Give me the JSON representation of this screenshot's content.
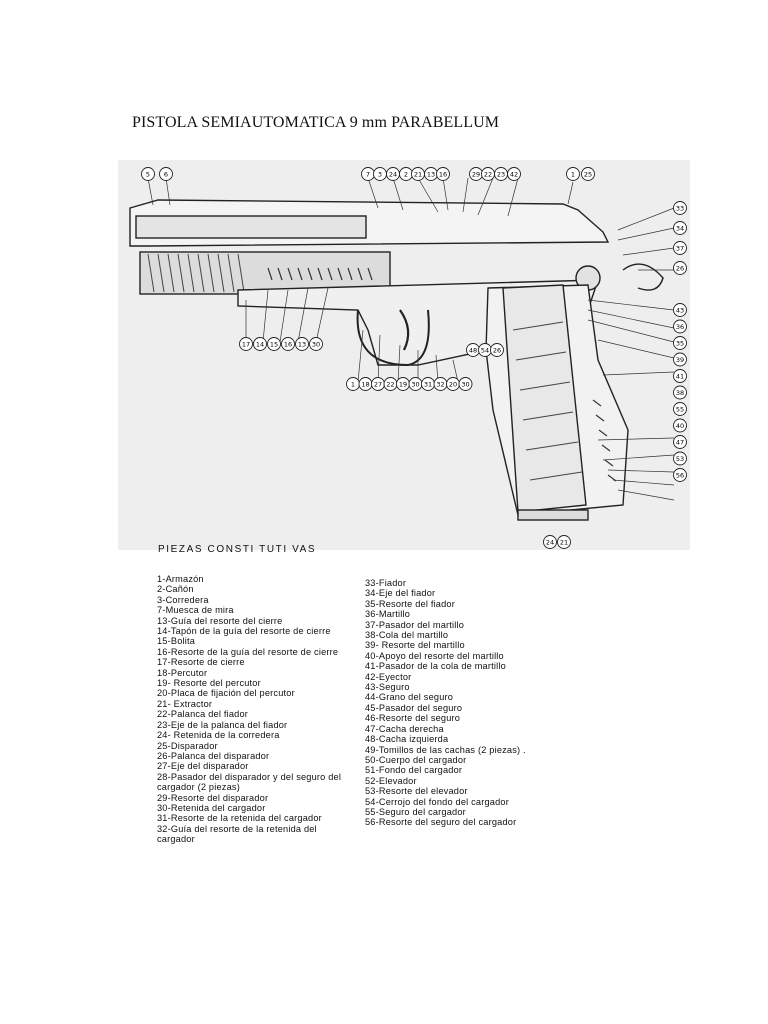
{
  "title": "PISTOLA SEMIAUTOMATICA 9 mm PARABELLUM",
  "figure": {
    "callouts_top": [
      "5",
      "6",
      "7",
      "3",
      "24",
      "2",
      "21",
      "13",
      "16",
      "29",
      "22",
      "23",
      "42",
      "1",
      "25"
    ],
    "callouts_right": [
      "33",
      "34",
      "37",
      "26",
      "43",
      "36",
      "35",
      "39",
      "41",
      "38",
      "55",
      "40",
      "47",
      "53",
      "56"
    ],
    "callouts_left_bottom": [
      "17",
      "14",
      "15",
      "16",
      "13",
      "30"
    ],
    "callouts_bottom": [
      "1",
      "18",
      "27",
      "22",
      "19",
      "30",
      "31",
      "32",
      "20",
      "30"
    ],
    "callouts_magazine": [
      "48",
      "54",
      "26"
    ],
    "callouts_base": [
      "24",
      "21"
    ]
  },
  "pieces_heading": "PIEZAS CONSTI TUTI VAS",
  "parts_left": [
    "1-Armazón",
    "2-Cañón",
    "3-Corredera",
    "7-Muesca de mira",
    "13-Guía del resorte del cierre",
    "14-Tapón de la guía del resorte de cierre",
    "15-Bolita",
    "16-Resorte de la guía del resorte de cierre",
    "17-Resorte de cierre",
    "18-Percutor",
    "19- Resorte del percutor",
    "20-Placa de fijación del percutor",
    "21- Extractor",
    "22-Palanca del fiador",
    "23-Eje de la palanca del fiador",
    "24- Retenida de la corredera",
    "25-Disparador",
    "26-Palanca del disparador",
    "27-Eje del disparador",
    "28-Pasador del disparador y del seguro del",
    "cargador (2 piezas)",
    "29-Resorte del disparador",
    "30-Retenida del cargador",
    "31-Resorte de la retenida del cargador",
    "32-Guía del resorte de la retenida del",
    "cargador"
  ],
  "parts_right": [
    "33-Fiador",
    "34-Eje del fiador",
    "35-Resorte del fiador",
    "36-Martillo",
    "37-Pasador del martillo",
    "38-Cola del martillo",
    "39- Resorte del martillo",
    "40-Apoyo del resorte del martillo",
    "41-Pasador de la cola de martillo",
    "42-Eyector",
    "43-Seguro",
    "44-Grano del seguro",
    "45-Pasador del seguro",
    "46-Resorte del seguro",
    "47-Cacha derecha",
    "48-Cacha izquierda",
    "49-Tomillos de las cachas (2 piezas) .",
    "50-Cuerpo del cargador",
    "51-Fondo del cargador",
    "52-Elevador",
    "53-Resorte del elevador",
    "54-Cerrojo del fondo del cargador",
    "55-Seguro del cargador",
    "56-Resorte del seguro del cargador"
  ]
}
